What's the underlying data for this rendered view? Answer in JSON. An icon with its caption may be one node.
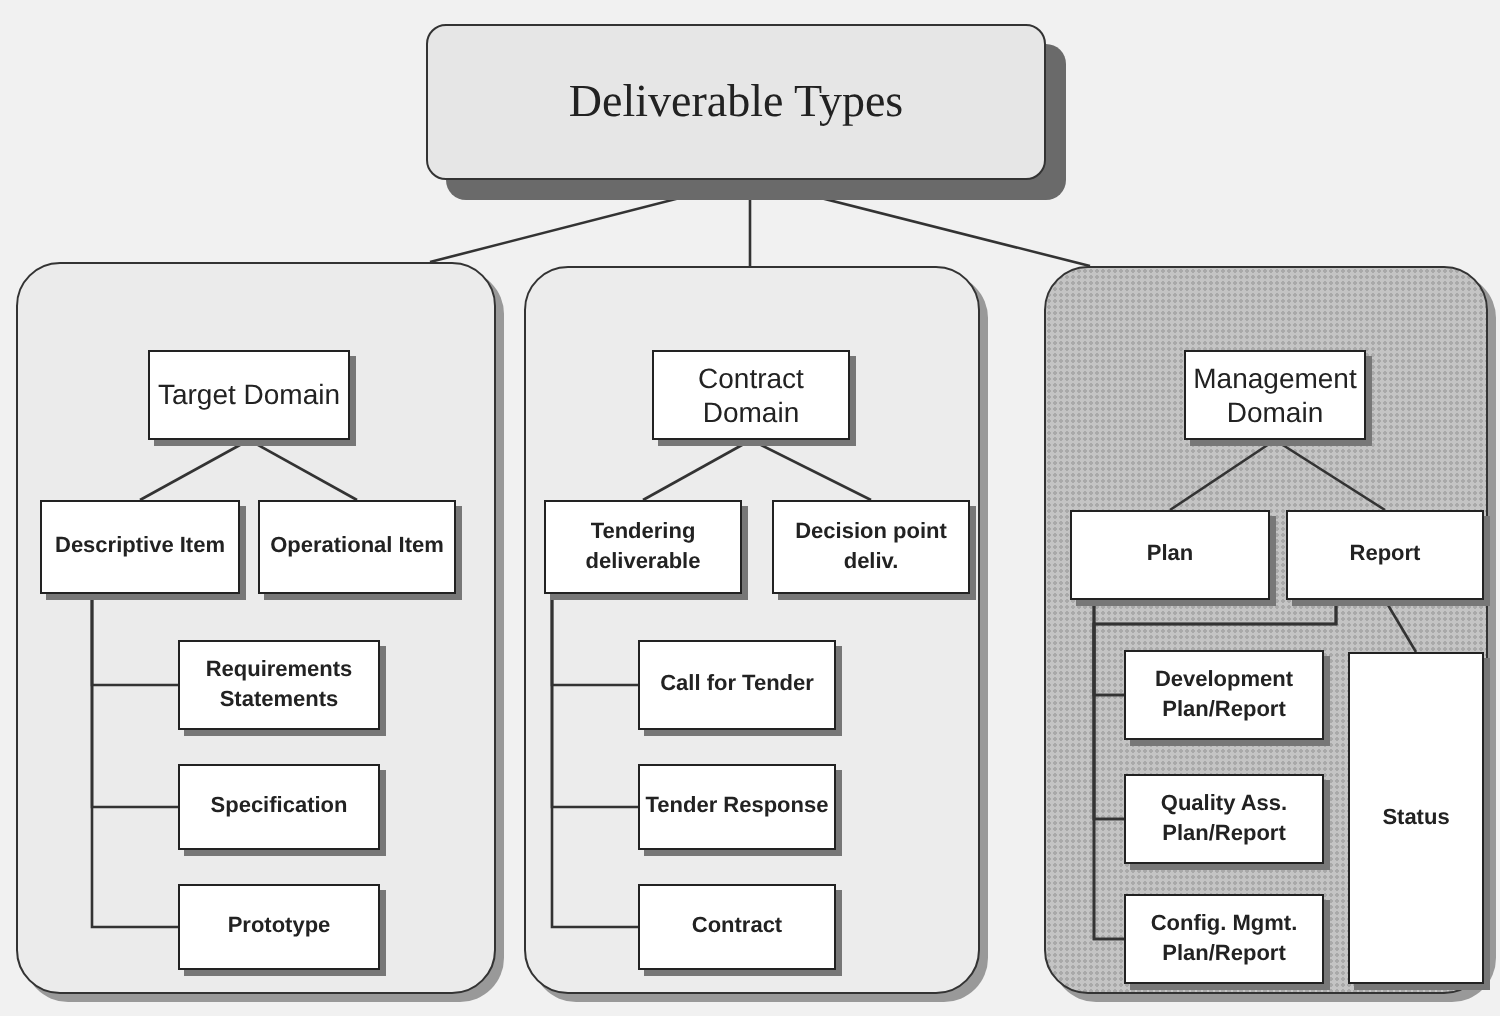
{
  "diagram": {
    "nodes": [
      {
        "text": [
          "Deliverable Types"
        ]
      },
      {
        "text": [],
        "shape": "box"
      },
      {
        "text": [
          "Target Domain"
        ],
        "in": 1
      },
      {
        "text": [
          "Descriptive Item"
        ],
        "in": 1
      },
      {
        "text": [
          "Operational Item"
        ],
        "in": 1
      },
      {
        "text": [
          "Requirements Statements"
        ],
        "in": 1
      },
      {
        "text": [
          "Specification"
        ],
        "in": 1
      },
      {
        "text": [
          "Prototype"
        ],
        "in": 1
      },
      {
        "text": [],
        "shape": "box"
      },
      {
        "text": [
          "Contract Domain"
        ],
        "in": 8
      },
      {
        "text": [
          "Tendering deliverable"
        ],
        "in": 8
      },
      {
        "text": [
          "Decision point deliv."
        ],
        "in": 8
      },
      {
        "text": [
          "Call for Tender"
        ],
        "in": 8
      },
      {
        "text": [
          "Tender Response"
        ],
        "in": 8
      },
      {
        "text": [
          "Contract"
        ],
        "in": 8
      },
      {
        "text": [],
        "shape": "box"
      },
      {
        "text": [
          "Management Domain"
        ],
        "in": 15
      },
      {
        "text": [
          "Plan"
        ],
        "in": 15
      },
      {
        "text": [
          "Report"
        ],
        "in": 15
      },
      {
        "text": [
          "Development Plan/Report"
        ],
        "in": 15
      },
      {
        "text": [
          "Quality Ass. Plan/Report"
        ],
        "in": 15
      },
      {
        "text": [
          "Config. Mgmt. Plan/Report"
        ],
        "in": 15
      },
      {
        "text": [
          "Status"
        ],
        "in": 15
      }
    ],
    "edges": [
      {
        "from": 0,
        "to": 1,
        "arrow": "none"
      },
      {
        "from": 0,
        "to": 8,
        "arrow": "none"
      },
      {
        "from": 0,
        "to": 15,
        "arrow": "none"
      },
      {
        "from": 2,
        "to": 3,
        "arrow": "none"
      },
      {
        "from": 2,
        "to": 4,
        "arrow": "none"
      },
      {
        "from": 3,
        "to": 5,
        "arrow": "none"
      },
      {
        "from": 3,
        "to": 6,
        "arrow": "none"
      },
      {
        "from": 3,
        "to": 7,
        "arrow": "none"
      },
      {
        "from": 9,
        "to": 10,
        "arrow": "none"
      },
      {
        "from": 9,
        "to": 11,
        "arrow": "none"
      },
      {
        "from": 10,
        "to": 12,
        "arrow": "none"
      },
      {
        "from": 10,
        "to": 13,
        "arrow": "none"
      },
      {
        "from": 10,
        "to": 14,
        "arrow": "none"
      },
      {
        "from": 16,
        "to": 17,
        "arrow": "none"
      },
      {
        "from": 16,
        "to": 18,
        "arrow": "none"
      },
      {
        "from": 17,
        "to": 19,
        "arrow": "none"
      },
      {
        "from": 17,
        "to": 20,
        "arrow": "none"
      },
      {
        "from": 17,
        "to": 21,
        "arrow": "none"
      },
      {
        "from": 18,
        "to": 19,
        "arrow": "none"
      },
      {
        "from": 18,
        "to": 20,
        "arrow": "none"
      },
      {
        "from": 18,
        "to": 21,
        "arrow": "none"
      },
      {
        "from": 18,
        "to": 22,
        "arrow": "none"
      }
    ]
  }
}
